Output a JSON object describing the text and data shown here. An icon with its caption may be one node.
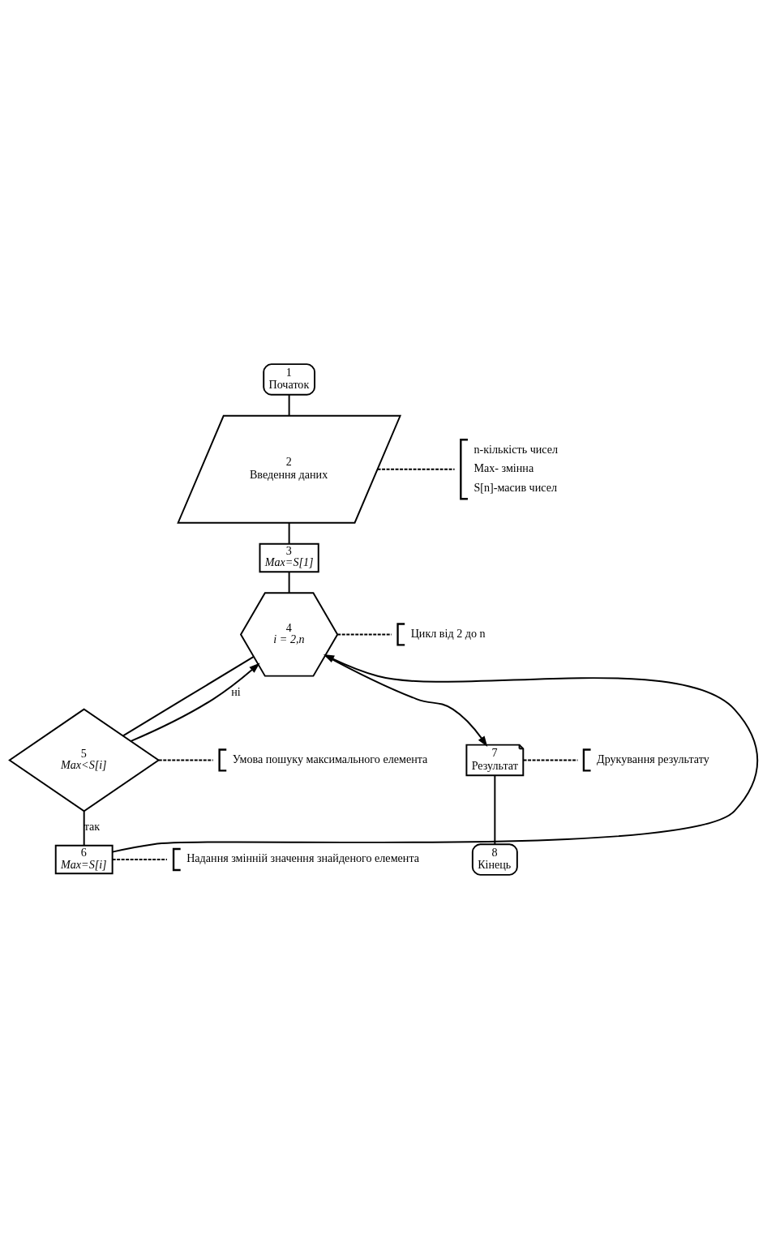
{
  "diagram": {
    "nodes": [
      {
        "text": [
          "1",
          "Початок"
        ]
      },
      {
        "text": [
          "2",
          "Введення даних"
        ]
      },
      {
        "text": [
          "3",
          "Max=S[1]"
        ]
      },
      {
        "text": [
          "4",
          "i = 2,n"
        ]
      },
      {
        "text": [
          "5",
          "Max<S[i]"
        ]
      },
      {
        "text": [
          "6",
          "Max=S[i]"
        ]
      },
      {
        "text": [
          "7",
          "Результат"
        ]
      },
      {
        "text": [
          "8",
          "Кінець"
        ]
      },
      {
        "text": [
          "n-кількість чисел",
          "Max- змінна",
          "S[n]-масив чисел"
        ]
      },
      {
        "text": [
          "Цикл від 2 до n"
        ]
      },
      {
        "text": [
          "Умова пошуку максимального елемента"
        ]
      },
      {
        "text": [
          "Надання змінній значення знайденого елемента"
        ]
      },
      {
        "text": [
          "Друкування результату"
        ]
      }
    ],
    "edges": [
      {
        "from": 0,
        "to": 1,
        "arrow": "none"
      },
      {
        "from": 1,
        "to": 2,
        "arrow": "none"
      },
      {
        "from": 2,
        "to": 3,
        "arrow": "none"
      },
      {
        "from": 3,
        "to": 4,
        "arrow": "none"
      },
      {
        "from": 4,
        "to": 5,
        "label": "так",
        "arrow": "none"
      },
      {
        "from": 4,
        "to": 3,
        "label": "ні",
        "arrow": "to"
      },
      {
        "from": 5,
        "to": 3,
        "arrow": "to"
      },
      {
        "from": 3,
        "to": 6,
        "arrow": "to"
      },
      {
        "from": 6,
        "to": 7,
        "arrow": "none"
      },
      {
        "from": 1,
        "to": 8,
        "arrow": "none",
        "style": "dashed"
      },
      {
        "from": 3,
        "to": 9,
        "arrow": "none",
        "style": "dashed"
      },
      {
        "from": 4,
        "to": 10,
        "arrow": "none",
        "style": "dashed"
      },
      {
        "from": 5,
        "to": 11,
        "arrow": "none",
        "style": "dashed"
      },
      {
        "from": 6,
        "to": 12,
        "arrow": "none",
        "style": "dashed"
      }
    ]
  }
}
